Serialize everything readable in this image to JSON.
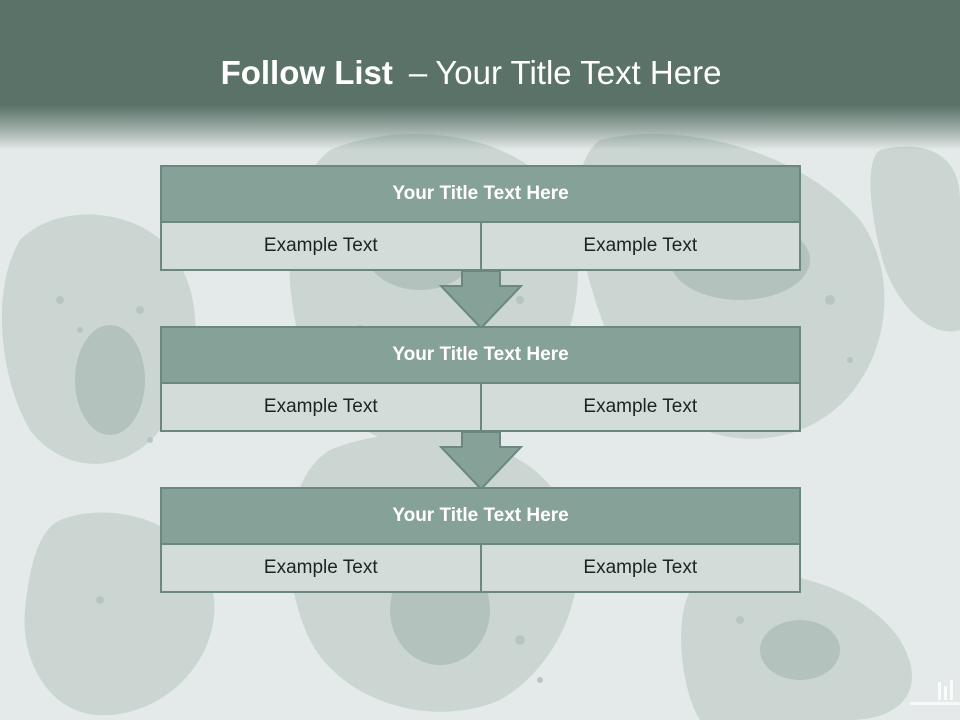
{
  "title": {
    "bold": "Follow List",
    "dash": "–",
    "rest": "Your Title Text Here"
  },
  "blocks": [
    {
      "title": "Your Title Text Here",
      "left_text": "Example Text",
      "right_text": "Example Text"
    },
    {
      "title": "Your Title Text Here",
      "left_text": "Example Text",
      "right_text": "Example Text"
    },
    {
      "title": "Your Title Text Here",
      "left_text": "Example Text",
      "right_text": "Example Text"
    }
  ],
  "colors": {
    "header": "#5a7268",
    "block_title": "#86a198",
    "cell": "#d3dcd9",
    "border": "#6a8880",
    "arrow": "#86a198"
  },
  "icons": {
    "arrows": "down-arrow-icon"
  }
}
